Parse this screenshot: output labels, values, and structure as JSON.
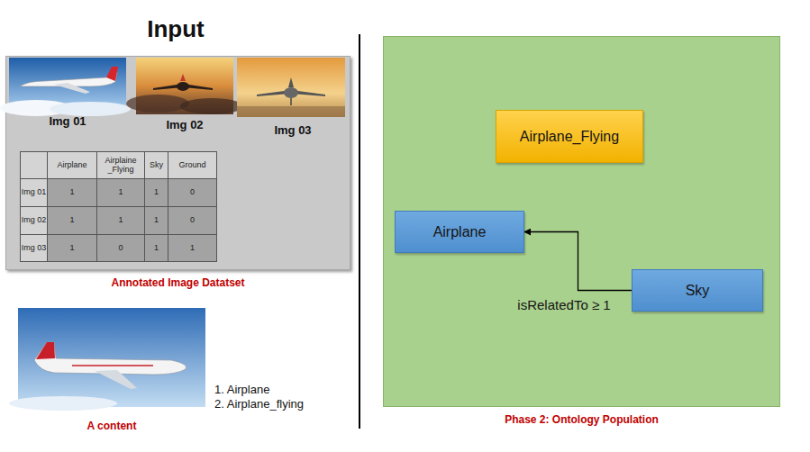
{
  "diagram": {
    "title": "Input",
    "nodes": [
      {
        "text": [
          "Annotated Image Datatset"
        ]
      },
      {
        "text": [
          "Phase 2: Ontology Population"
        ]
      },
      {
        "text": [
          "Airplane_Flying"
        ],
        "in": 1
      },
      {
        "text": [
          "Airplane"
        ],
        "in": 1
      },
      {
        "text": [
          "Sky"
        ],
        "in": 1
      }
    ],
    "edges": [
      {
        "from": 4,
        "to": 3,
        "arrow": "to",
        "label": "isRelatedTo ≥ 1"
      }
    ],
    "labels": [
      "Img 01",
      "Img 02",
      "Img 03",
      "Airplane",
      "Airplaine _Flying",
      "Sky",
      "Ground",
      "Img 01",
      "1",
      "1",
      "1",
      "0",
      "Img 02",
      "1",
      "1",
      "1",
      "0",
      "Img 03",
      "1",
      "0",
      "1",
      "1",
      "A content",
      "1. Airplane",
      "2. Airplane_flying"
    ]
  }
}
